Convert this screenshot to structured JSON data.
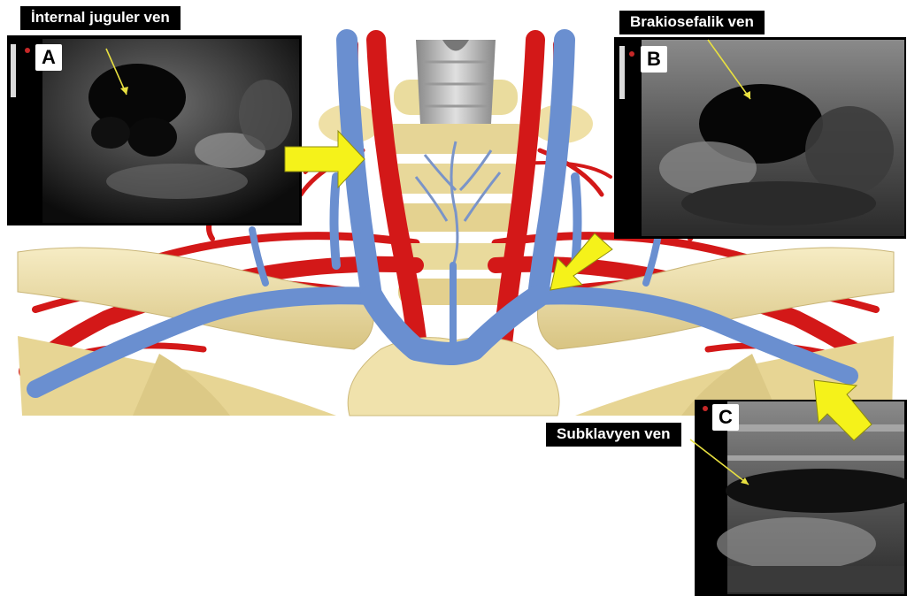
{
  "panels": [
    {
      "letter": "A",
      "label": "İnternal juguler ven"
    },
    {
      "letter": "B",
      "label": "Brakiosefalik ven"
    },
    {
      "letter": "C",
      "label": "Subklavyen ven"
    }
  ],
  "colors": {
    "vein": "#6a8fd0",
    "artery": "#d31818",
    "bone": "#ecdca4",
    "arrow": "#f5f21a",
    "pointer": "#e8e040"
  }
}
